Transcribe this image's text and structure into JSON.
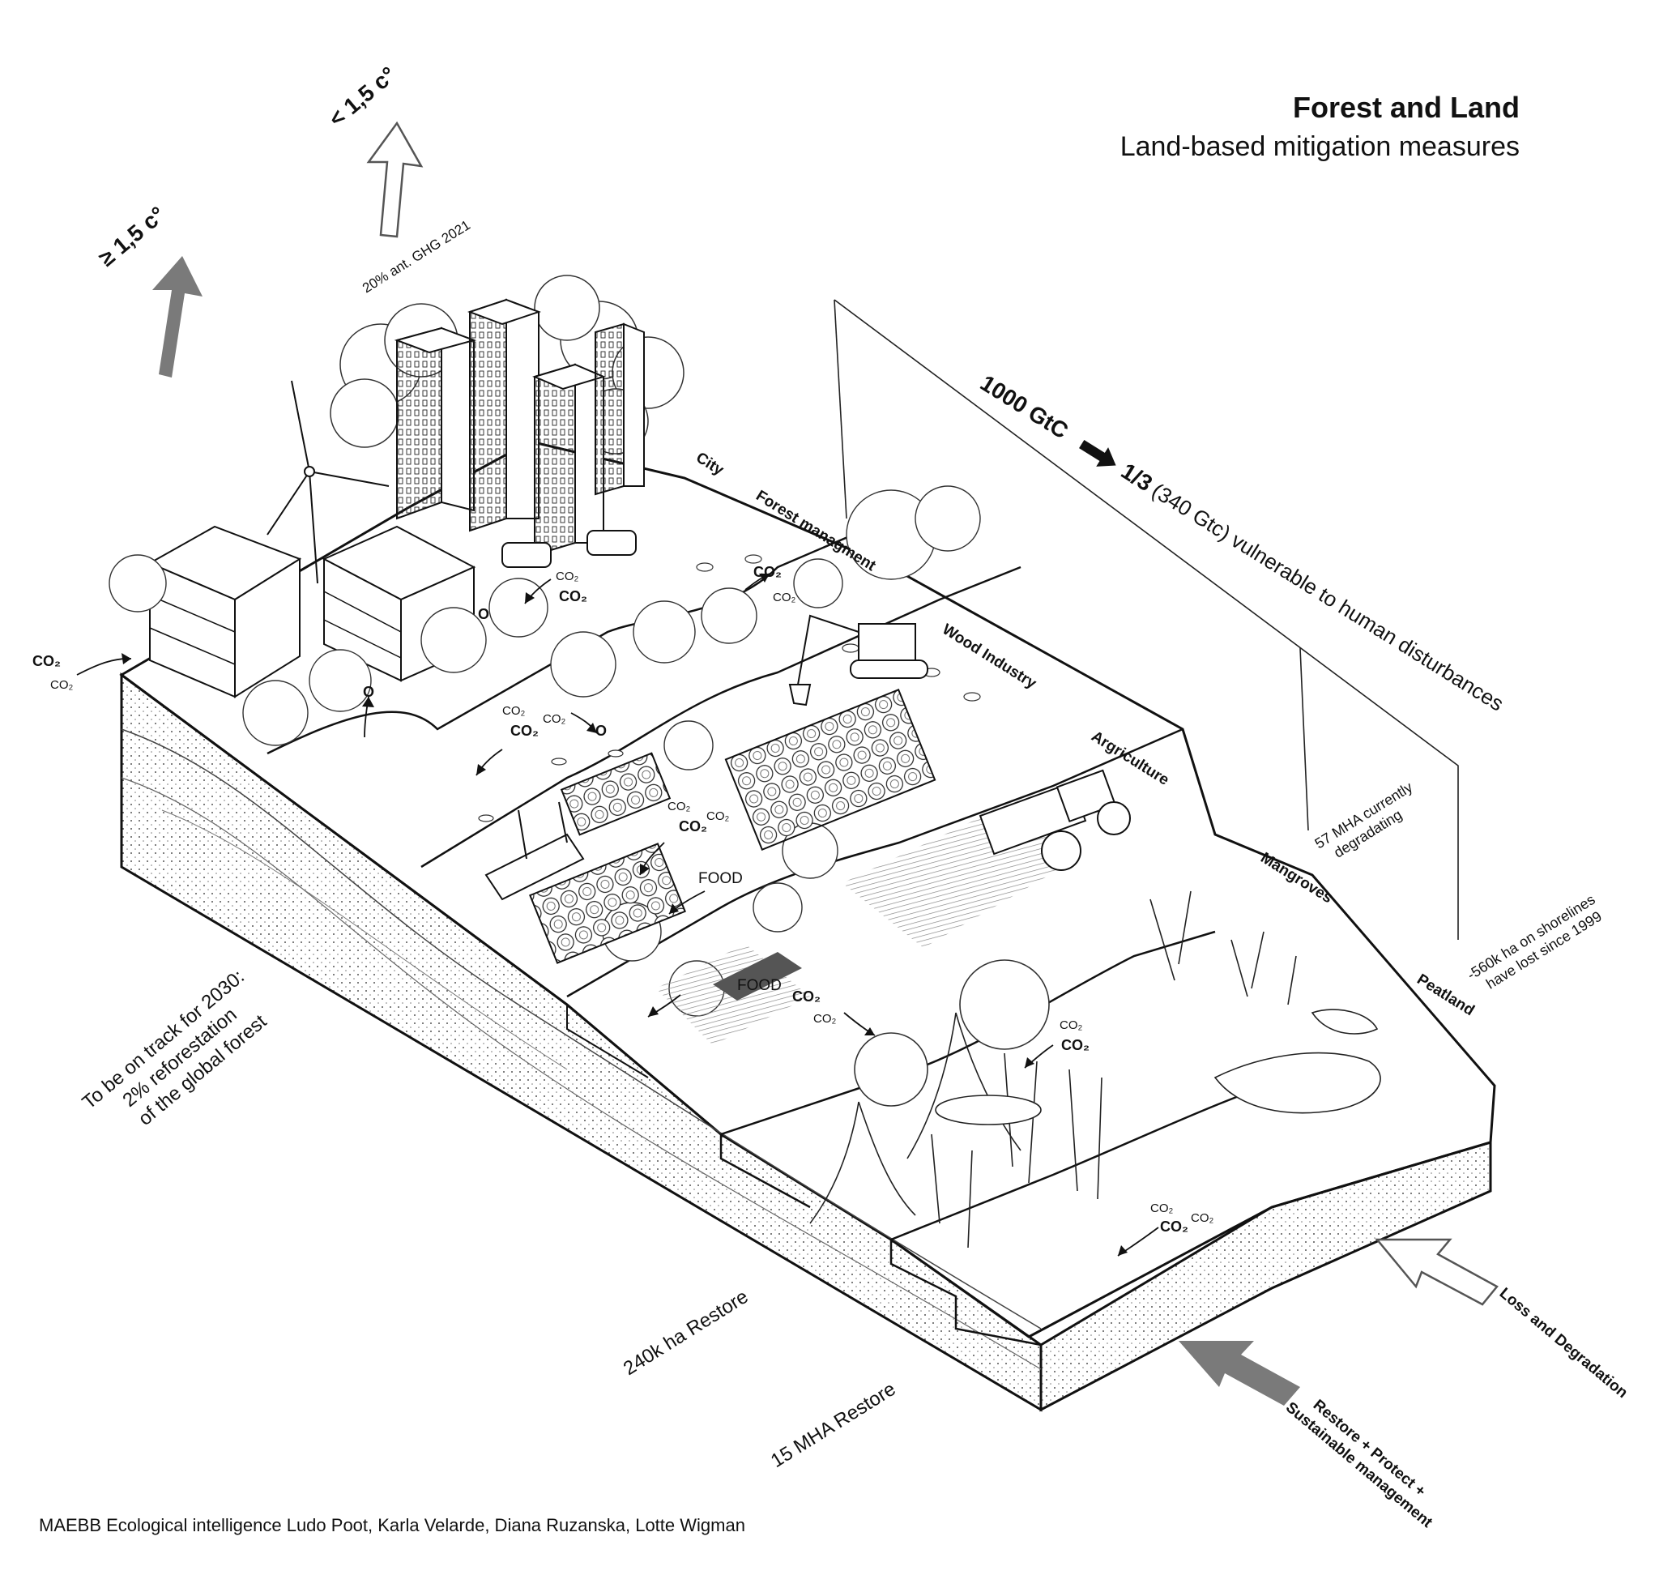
{
  "header": {
    "title": "Forest and Land",
    "subtitle": "Land-based mitigation measures"
  },
  "temperature": {
    "below": "< 1,5 c°",
    "above": "≥ 1,5 c°",
    "ghg_note": "20% ant. GHG 2021"
  },
  "zones": {
    "city": "City",
    "forest": "Forest managment",
    "wood": "Wood Industry",
    "agriculture": "Argriculture",
    "mangroves": "Mangroves",
    "peatland": "Peatland"
  },
  "carbon": {
    "amount": "1000 GtC",
    "fraction": "1/3",
    "detail": "(340 Gtc) vulnerable to human disturbances",
    "mha_degrading_line1": "57 MHA currently",
    "mha_degrading_line2": "degradating",
    "shoreline_line1": "-560k ha on shorelines",
    "shoreline_line2": "have lost since 1999"
  },
  "flows": {
    "co2": "CO₂",
    "co2_small": "CO₂",
    "oxygen": "O",
    "food": "FOOD"
  },
  "notes": {
    "reforest_line1": "To be on track for 2030:",
    "reforest_line2": "2% reforestation",
    "reforest_line3": "of the global forest",
    "restore_240k": "240k ha Restore",
    "restore_15mha": "15 MHA Restore",
    "loss": "Loss and Degradation",
    "restore_protect_line1": "Restore + Protect +",
    "restore_protect_line2": "Sustainable management"
  },
  "credit": "MAEBB Ecological intelligence Ludo Poot, Karla Velarde, Diana Ruzanska, Lotte Wigman",
  "colors": {
    "ink": "#111111",
    "arrow_fill": "#7a7a7a",
    "hatch": "#9a9a9a"
  }
}
